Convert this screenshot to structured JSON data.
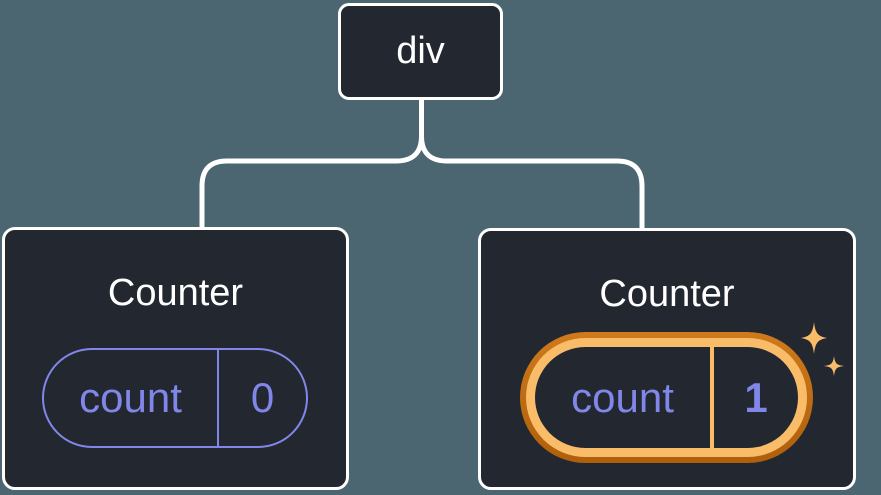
{
  "colors": {
    "background": "#4B6670",
    "node-bg": "#23272F",
    "node-border": "#FFFFFF",
    "connector": "#FFFFFF",
    "title-text": "#FFFFFF",
    "purple": "#8187E8",
    "gold": "#F9BD6A",
    "orange-top": "#CE7A1C",
    "orange-bottom": "#AF5F0B"
  },
  "diagram": {
    "root": {
      "label": "div"
    },
    "children": [
      {
        "title": "Counter",
        "state": {
          "key": "count",
          "value": "0"
        },
        "highlighted": false
      },
      {
        "title": "Counter",
        "state": {
          "key": "count",
          "value": "1"
        },
        "highlighted": true
      }
    ]
  }
}
